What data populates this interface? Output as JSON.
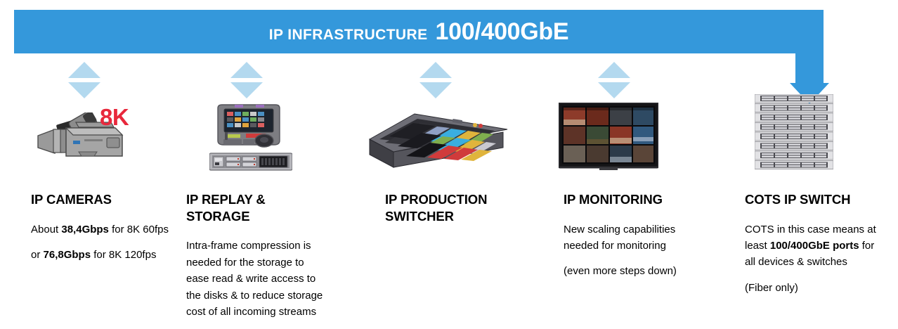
{
  "banner": {
    "title_small": "IP INFRASTRUCTURE",
    "title_big": "100/400GbE",
    "color": "#3498db"
  },
  "arrow_color": "#b3d9ef",
  "camera_badge": {
    "label": "8K",
    "color": "#e8283c"
  },
  "columns": [
    {
      "id": "ip-cameras",
      "heading": "IP CAMERAS",
      "icon": "video-camera-icon",
      "paragraphs": [
        [
          {
            "t": "About ",
            "b": false
          },
          {
            "t": "38,4Gbps",
            "b": true
          },
          {
            "t": " for 8K 60fps",
            "b": false
          }
        ],
        [
          {
            "t": "or ",
            "b": false
          },
          {
            "t": "76,8Gbps",
            "b": true
          },
          {
            "t": " for 8K 120fps",
            "b": false
          }
        ]
      ]
    },
    {
      "id": "ip-replay-storage",
      "heading": "IP REPLAY & STORAGE",
      "icon": "replay-console-icon",
      "paragraphs": [
        [
          {
            "t": "Intra-frame compression is needed for the storage to ease read & write access to the disks & to reduce storage cost of all incoming streams",
            "b": false
          }
        ]
      ]
    },
    {
      "id": "ip-production-switcher",
      "heading": "IP PRODUCTION SWITCHER",
      "icon": "production-switcher-icon",
      "paragraphs": []
    },
    {
      "id": "ip-monitoring",
      "heading": "IP MONITORING",
      "icon": "multiviewer-monitor-icon",
      "paragraphs": [
        [
          {
            "t": "New scaling capabilities needed for monitoring",
            "b": false
          }
        ],
        [
          {
            "t": "(even more steps down)",
            "b": false
          }
        ]
      ]
    },
    {
      "id": "cots-ip-switch",
      "heading": "COTS IP SWITCH",
      "icon": "network-switch-stack-icon",
      "paragraphs": [
        [
          {
            "t": "COTS in this case means at least ",
            "b": false
          },
          {
            "t": "100/400GbE ports",
            "b": true
          },
          {
            "t": " for all devices & switches",
            "b": false
          }
        ],
        [
          {
            "t": "(Fiber only)",
            "b": false
          }
        ]
      ]
    }
  ]
}
